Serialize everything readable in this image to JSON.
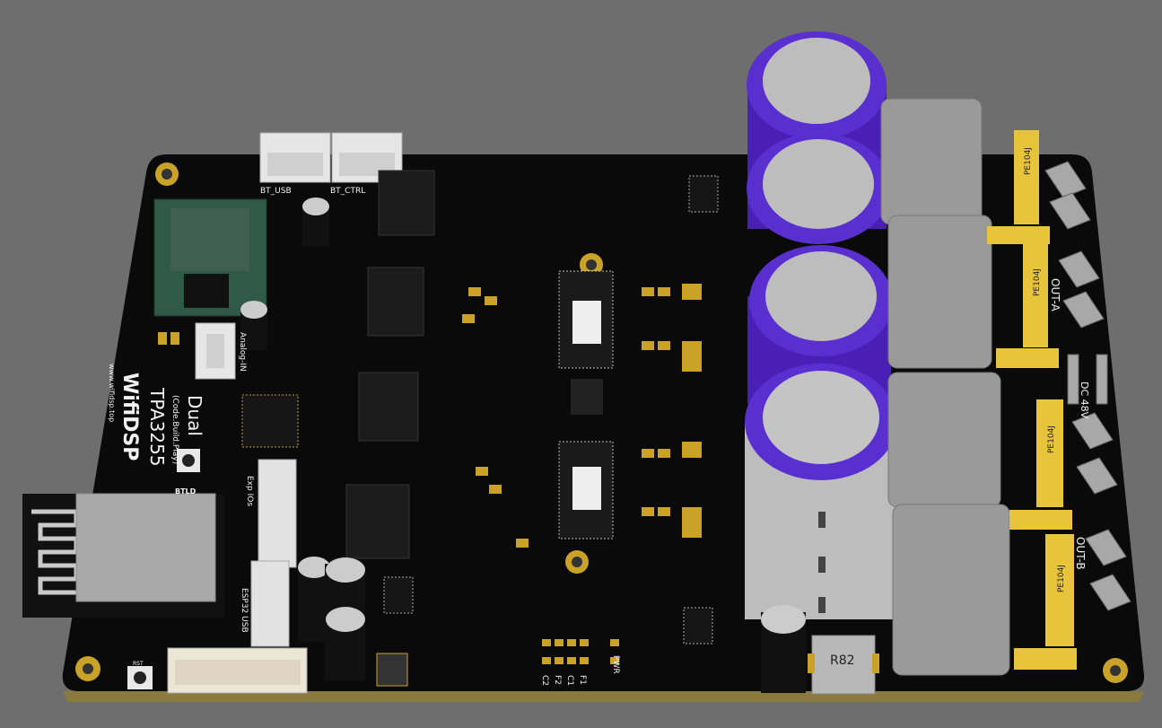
{
  "scene": {
    "background_color": "#6e6e6e",
    "board_color": "#0a0a0a",
    "pad_color": "#c9a227",
    "cap_sleeve_color": "#4a1fb5",
    "film_cap_color": "#e8c43a"
  },
  "silkscreen": {
    "bt_usb": "BT_USB",
    "bt_ctrl": "BT_CTRL",
    "title_dual": "Dual",
    "title_chip": "TPA3255",
    "tagline": "(Code.Build.Play)",
    "website": "www.wifidsp.top",
    "logo_text": "WifiDSP",
    "analog_in": "Analog-IN",
    "btld": "BTLD",
    "exp_ios": "Exp IOs",
    "esp32_usb": "ESP32 USB",
    "rst": "RST",
    "pwr": "PWR",
    "c1": "C1",
    "c2": "C2",
    "f1": "F1",
    "f2": "F2",
    "out_a": "OUT-A",
    "out_b": "OUT-B",
    "dc_in": "DC 48V"
  },
  "components": {
    "inductor_label": "R82",
    "film_cap_marking": "PE104J"
  }
}
